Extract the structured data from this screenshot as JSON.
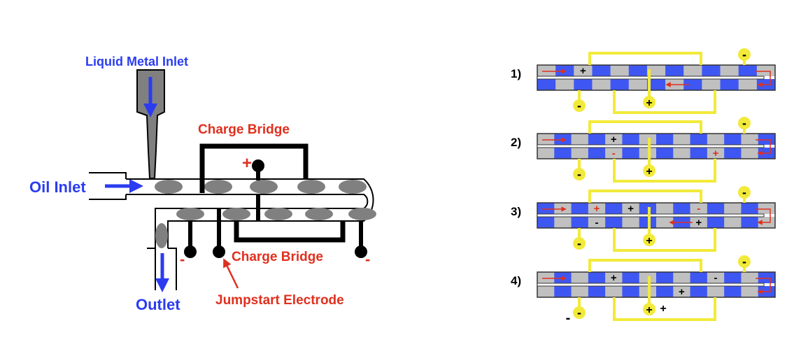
{
  "colors": {
    "label_blue": "#2b3cf0",
    "label_red": "#e0301e",
    "metal_gray": "#808080",
    "segment_blue": "#3f57f2",
    "segment_gray": "#c0c0c0",
    "bridge_yellow": "#f2ea3a"
  },
  "left_diagram": {
    "labels": {
      "liquid_metal_inlet": "Liquid Metal Inlet",
      "oil_inlet": "Oil Inlet",
      "outlet": "Outlet",
      "charge_bridge_top": "Charge Bridge",
      "charge_bridge_bottom": "Charge Bridge",
      "jumpstart_electrode": "Jumpstart Electrode",
      "plus_sign": "+",
      "minus_left": "-",
      "minus_right": "-"
    }
  },
  "right_diagram": {
    "steps": [
      {
        "label": "1)",
        "top_row": [
          "gray",
          "blue",
          "gray",
          "blue",
          "gray",
          "blue",
          "gray",
          "blue",
          "gray",
          "blue",
          "gray",
          "blue",
          "gray"
        ],
        "bottom_row": [
          "blue",
          "gray",
          "blue",
          "gray",
          "blue",
          "gray",
          "blue",
          "gray",
          "blue",
          "gray",
          "blue",
          "gray",
          "blue"
        ],
        "charges": [
          {
            "row": "top",
            "index": 2,
            "sign": "+",
            "color": "black"
          }
        ],
        "electrodes": {
          "top_right": "-",
          "bottom_left": "-",
          "center": "+"
        }
      },
      {
        "label": "2)",
        "top_row": [
          "gray",
          "blue",
          "gray",
          "blue",
          "gray",
          "blue",
          "gray",
          "blue",
          "gray",
          "blue",
          "gray",
          "blue",
          "gray",
          "blue"
        ],
        "bottom_row": [
          "gray",
          "blue",
          "gray",
          "blue",
          "gray",
          "blue",
          "gray",
          "blue",
          "gray",
          "blue",
          "gray",
          "blue",
          "gray",
          "blue"
        ],
        "charges": [
          {
            "row": "top",
            "index": 4,
            "sign": "+",
            "color": "black"
          },
          {
            "row": "bottom",
            "index": 4,
            "sign": "-",
            "color": "red"
          },
          {
            "row": "bottom",
            "index": 10,
            "sign": "+",
            "color": "red"
          }
        ],
        "electrodes": {
          "top_right": "-",
          "bottom_left": "-",
          "center": "+"
        }
      },
      {
        "label": "3)",
        "top_row": [
          "blue",
          "gray",
          "blue",
          "gray",
          "blue",
          "gray",
          "blue",
          "gray",
          "blue",
          "gray",
          "blue",
          "gray",
          "blue",
          "gray"
        ],
        "bottom_row": [
          "blue",
          "gray",
          "blue",
          "gray",
          "blue",
          "gray",
          "blue",
          "gray",
          "blue",
          "gray",
          "blue",
          "gray",
          "blue",
          "gray"
        ],
        "charges": [
          {
            "row": "top",
            "index": 3,
            "sign": "+",
            "color": "red"
          },
          {
            "row": "top",
            "index": 5,
            "sign": "+",
            "color": "black"
          },
          {
            "row": "top",
            "index": 9,
            "sign": "-",
            "color": "red"
          },
          {
            "row": "bottom",
            "index": 3,
            "sign": "-",
            "color": "black"
          },
          {
            "row": "bottom",
            "index": 9,
            "sign": "+",
            "color": "black"
          }
        ],
        "electrodes": {
          "top_right": "-",
          "bottom_left": "-",
          "center": "+"
        }
      },
      {
        "label": "4)",
        "top_row": [
          "gray",
          "blue",
          "gray",
          "blue",
          "gray",
          "blue",
          "gray",
          "blue",
          "gray",
          "blue",
          "gray",
          "blue",
          "gray",
          "blue"
        ],
        "bottom_row": [
          "gray",
          "blue",
          "gray",
          "blue",
          "gray",
          "blue",
          "gray",
          "blue",
          "gray",
          "blue",
          "gray",
          "blue",
          "gray",
          "blue"
        ],
        "charges": [
          {
            "row": "top",
            "index": 4,
            "sign": "+",
            "color": "black"
          },
          {
            "row": "top",
            "index": 10,
            "sign": "-",
            "color": "black"
          },
          {
            "row": "bottom",
            "index": 8,
            "sign": "+",
            "color": "black"
          }
        ],
        "electrodes": {
          "top_right": "-",
          "bottom_left": "-",
          "center": "+"
        },
        "extra_signs": {
          "near_center": "+",
          "near_left": "-"
        }
      }
    ]
  }
}
